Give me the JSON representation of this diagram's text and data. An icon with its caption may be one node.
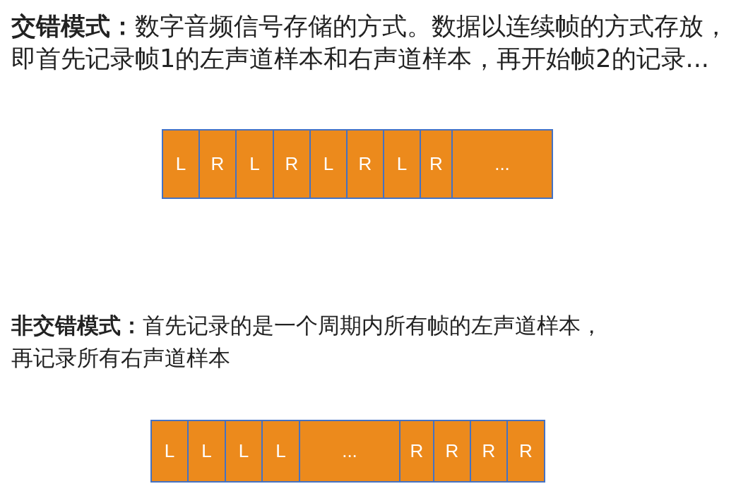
{
  "diagram": {
    "nodes": [
      {
        "text": [
          "L"
        ]
      },
      {
        "text": [
          "R"
        ]
      },
      {
        "text": [
          "L"
        ]
      },
      {
        "text": [
          "R"
        ]
      },
      {
        "text": [
          "L"
        ]
      },
      {
        "text": [
          "R"
        ]
      },
      {
        "text": [
          "L"
        ]
      },
      {
        "text": [
          "R"
        ]
      },
      {
        "text": [
          "..."
        ]
      },
      {
        "text": [
          "L"
        ]
      },
      {
        "text": [
          "L"
        ]
      },
      {
        "text": [
          "L"
        ]
      },
      {
        "text": [
          "L"
        ]
      },
      {
        "text": [
          "..."
        ]
      },
      {
        "text": [
          "R"
        ]
      },
      {
        "text": [
          "R"
        ]
      },
      {
        "text": [
          "R"
        ]
      },
      {
        "text": [
          "R"
        ]
      }
    ],
    "labels": [
      "**交错模式：**数字音频信号存储的方式。数据以连续帧的方式存放，即首先记录帧1的左声道样本和右声道样本，再开始帧2的记录...",
      "**非交错模式：**首先记录的是一个周期内所有帧的左声道样本，再记录所有右声道样本"
    ]
  }
}
